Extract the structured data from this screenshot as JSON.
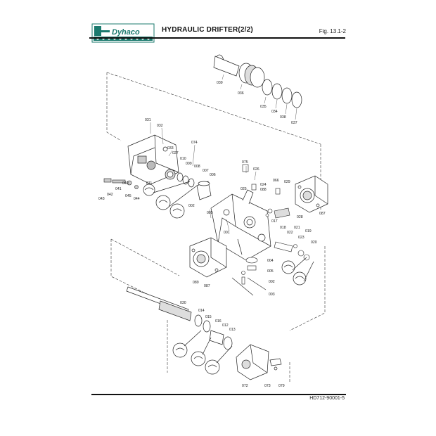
{
  "header": {
    "logo_text": "Dyhaco",
    "title": "HYDRAULIC DRIFTER(2/2)",
    "fig_label": "Fig. 13.1-2"
  },
  "footer": {
    "doc_number": "HD712-90001-5"
  },
  "parts": {
    "p039": "039",
    "p036": "036",
    "p035": "035",
    "p034": "034",
    "p038": "038",
    "p037": "037",
    "p031": "031",
    "p032": "032",
    "p033": "033",
    "p027": "027",
    "p010": "010",
    "p009": "009",
    "p008": "008",
    "p074": "074",
    "p007": "007",
    "p006": "006",
    "p011": "011",
    "p040": "040",
    "p042": "042",
    "p041": "041",
    "p043": "043",
    "p045": "045",
    "p044": "044",
    "p002": "002",
    "p005": "005",
    "p001": "001",
    "p075": "075",
    "p026": "026",
    "p025": "025",
    "p024": "024",
    "p088": "088",
    "p066": "066",
    "p029": "029",
    "p028": "028",
    "p087a": "087",
    "p017": "017",
    "p018": "018",
    "p021": "021",
    "p022": "022",
    "p019": "019",
    "p023": "023",
    "p020": "020",
    "p004": "004",
    "p005b": "005",
    "p002b": "002",
    "p003": "003",
    "p089": "089",
    "p087b": "087",
    "p030": "030",
    "p014": "014",
    "p015": "015",
    "p016": "016",
    "p012": "012",
    "p013": "013",
    "p072": "072",
    "p073": "073",
    "p079": "079"
  }
}
